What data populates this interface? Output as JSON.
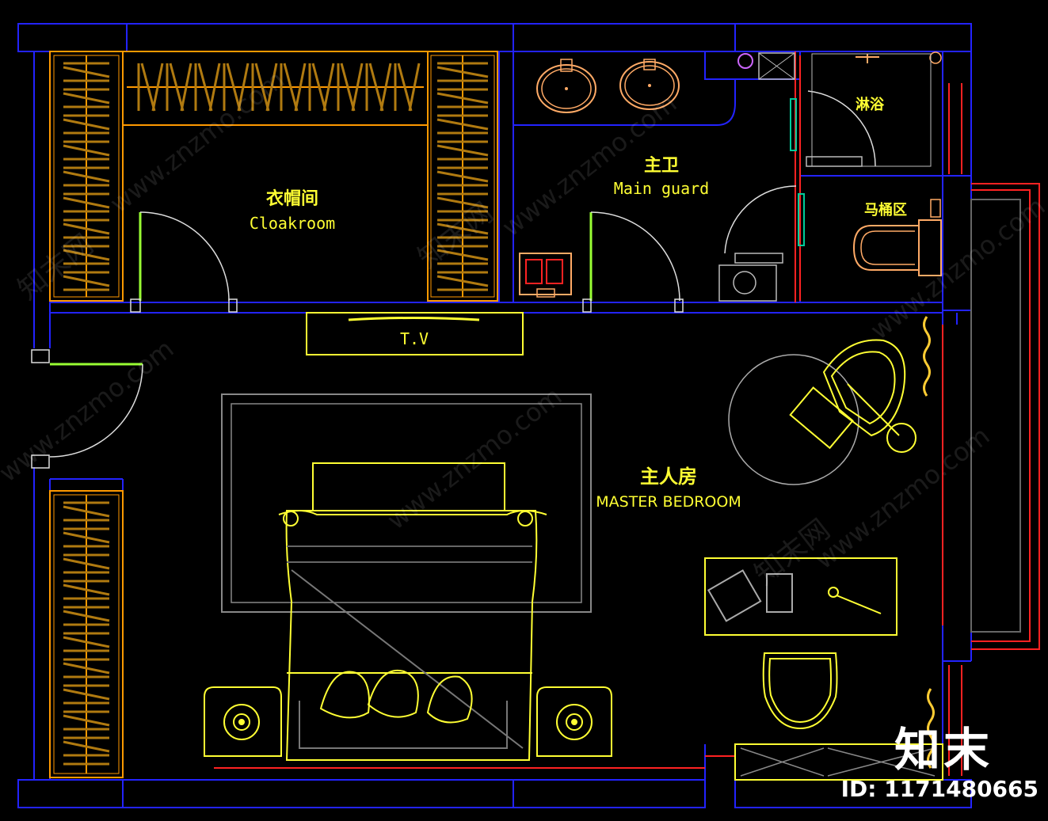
{
  "rooms": {
    "cloakroom": {
      "cn": "衣帽间",
      "en": "Cloakroom"
    },
    "main_bath": {
      "cn": "主卫",
      "en": "Main guard"
    },
    "shower": {
      "cn": "淋浴"
    },
    "toilet_area": {
      "cn": "马桶区"
    },
    "master_bedroom": {
      "cn": "主人房",
      "en": "MASTER BEDROOM"
    }
  },
  "fixtures": {
    "tv": "T.V"
  },
  "watermark": {
    "text": "www.znzmo.com",
    "site": "知末网"
  },
  "brand": {
    "logo_text": "知末",
    "image_id": "ID: 1171480665"
  },
  "colors": {
    "background": "#000000",
    "walls": "#2323ff",
    "furniture": "#ffff33",
    "wardrobe": "#ff9900",
    "door": "#99ff33",
    "bath_fixture": "#ffaa66",
    "window": "#ff2222",
    "shower_rail": "#00cc99"
  }
}
